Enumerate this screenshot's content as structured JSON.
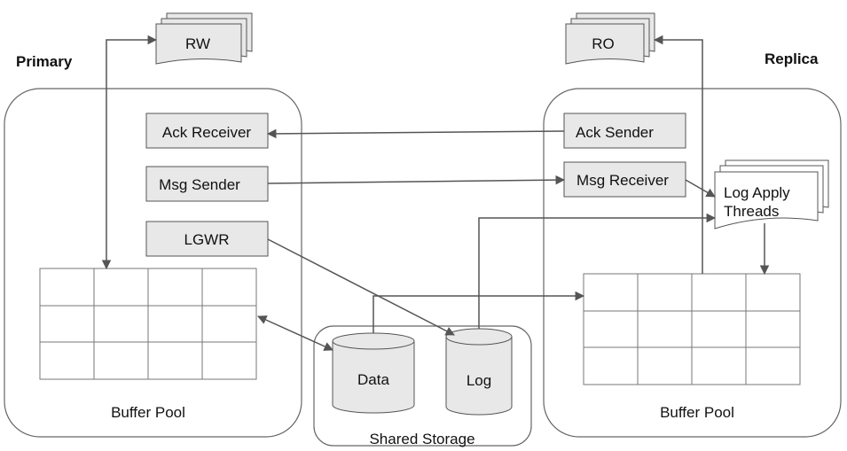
{
  "headings": {
    "primary": "Primary",
    "replica": "Replica"
  },
  "docs": {
    "rw": "RW",
    "ro": "RO"
  },
  "primary": {
    "ack_receiver": "Ack Receiver",
    "msg_sender": "Msg Sender",
    "lgwr": "LGWR",
    "buffer_pool": "Buffer Pool"
  },
  "replica": {
    "ack_sender": "Ack Sender",
    "msg_receiver": "Msg Receiver",
    "log_apply_line1": "Log Apply",
    "log_apply_line2": "Threads",
    "buffer_pool": "Buffer Pool"
  },
  "storage": {
    "data": "Data",
    "log": "Log",
    "label": "Shared Storage"
  },
  "colors": {
    "box_fill": "#e8e8e8",
    "line": "#555555",
    "border": "#666666"
  }
}
